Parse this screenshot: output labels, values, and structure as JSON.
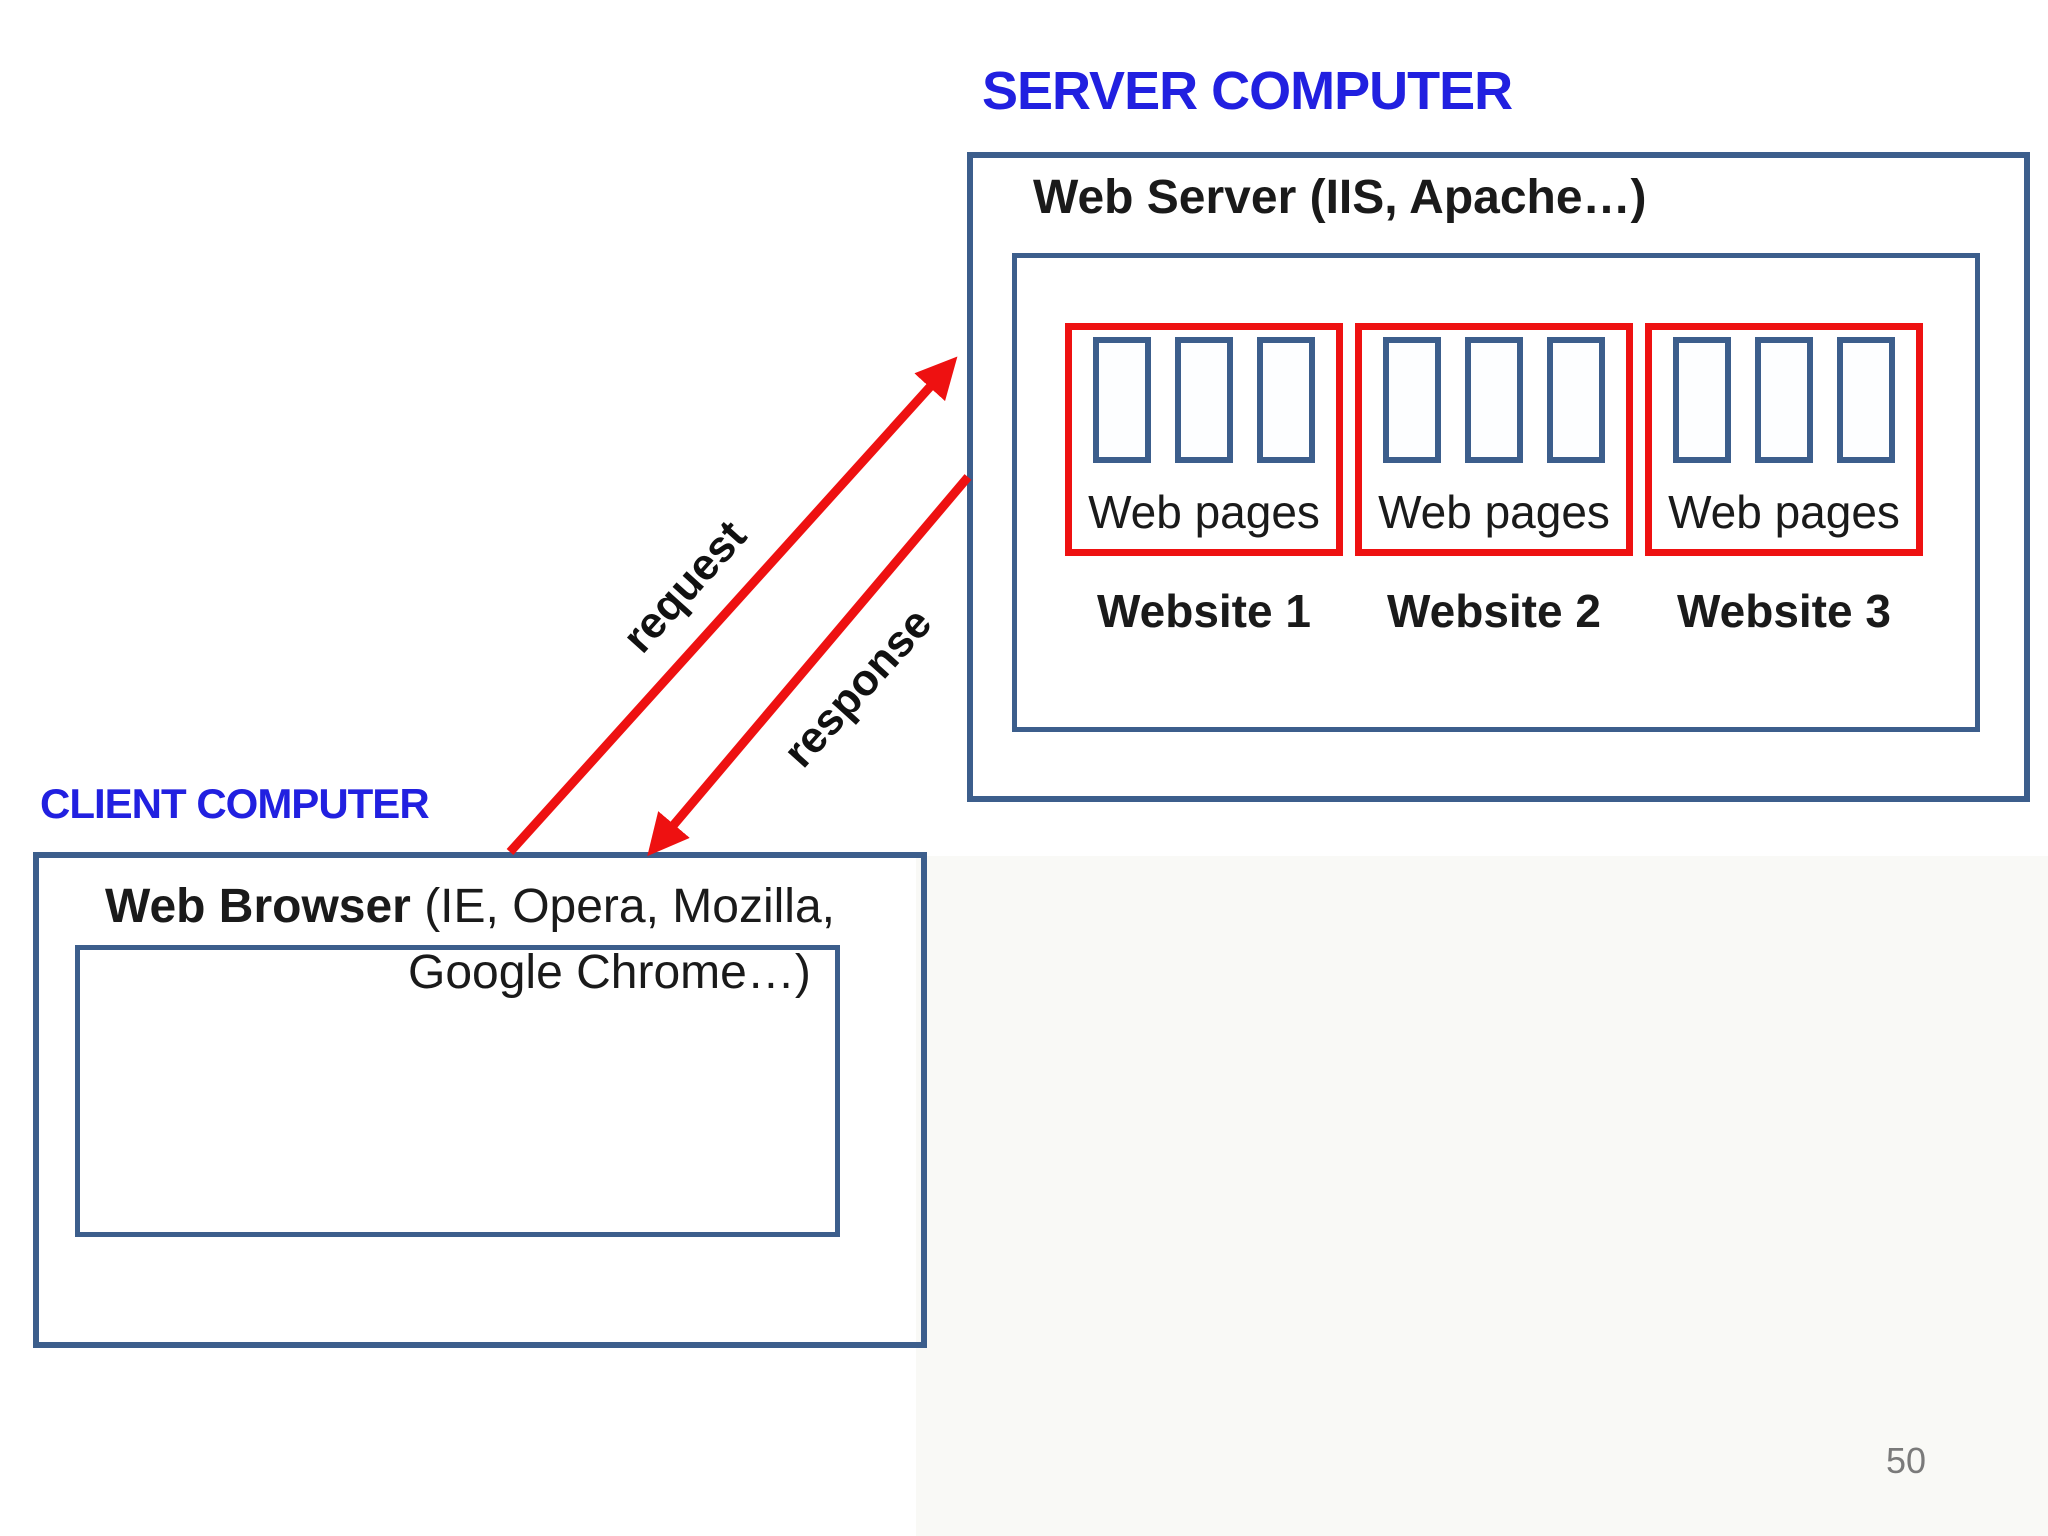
{
  "colors": {
    "box_border_blue": "#3c5e8c",
    "website_border_red": "#ee1111",
    "heading_blue": "#2120e0",
    "arrow_red": "#ee1111",
    "text": "#1a1a1a",
    "page_number_gray": "#7a7a7a"
  },
  "server": {
    "label": "SERVER COMPUTER",
    "title": "Web Server (IIS, Apache…)",
    "websites": [
      {
        "pages_label": "Web pages",
        "name": "Website 1"
      },
      {
        "pages_label": "Web pages",
        "name": "Website 2"
      },
      {
        "pages_label": "Web pages",
        "name": "Website 3"
      }
    ]
  },
  "client": {
    "label": "CLIENT COMPUTER",
    "browser_title_bold": "Web Browser",
    "browser_title_rest": " (IE, Opera, Mozilla,",
    "browser_title_line2": "Google Chrome…)"
  },
  "arrows": {
    "request_label": "request",
    "response_label": "response"
  },
  "page": {
    "number": "50"
  }
}
